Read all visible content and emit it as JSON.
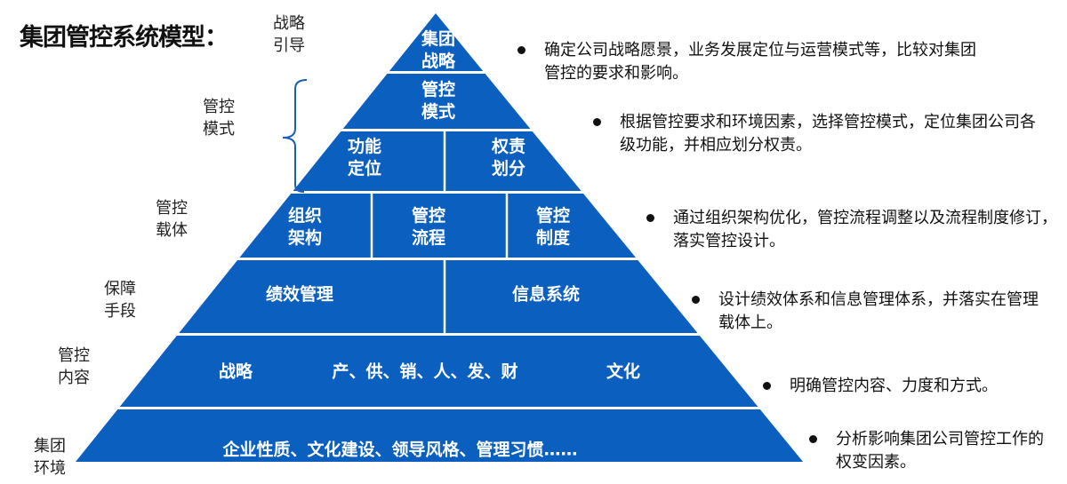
{
  "title": "集团管控系统模型：",
  "colors": {
    "pyramid": "#0a5fbf",
    "divider": "#ffffff",
    "text": "#111111"
  },
  "side_labels": [
    "战略引导",
    "管控模式",
    "管控载体",
    "保障手段",
    "管控内容",
    "集团环境"
  ],
  "pyramid": {
    "l1": "集团战略",
    "l2": "管控模式",
    "l3": [
      "功能定位",
      "权责划分"
    ],
    "l4": [
      "组织架构",
      "管控流程",
      "管控制度"
    ],
    "l5": [
      "绩效管理",
      "信息系统"
    ],
    "l6": [
      "战略",
      "产、供、销、人、发、财",
      "文化"
    ],
    "l7": "企业性质、文化建设、领导风格、管理习惯……"
  },
  "bullets": [
    "确定公司战略愿景，业务发展定位与运营模式等，比较对集团管控的要求和影响。",
    "根据管控要求和环境因素，选择管控模式，定位集团公司各级功能，并相应划分权责。",
    "通过组织架构优化，管控流程调整以及流程制度修订，落实管控设计。",
    "设计绩效体系和信息管理体系，并落实在管理载体上。",
    "明确管控内容、力度和方式。",
    "分析影响集团公司管控工作的权变因素。"
  ]
}
